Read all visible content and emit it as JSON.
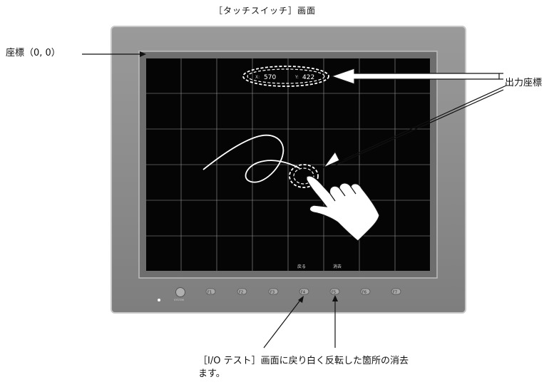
{
  "caption": "［タッチスイッチ］画面",
  "callouts": {
    "origin": "座標（0, 0）",
    "output_coords": "出力座標",
    "f4_line1": "［I/O テスト］画面に戻り",
    "f4_line2": "ます。",
    "f5": "白く反転した箇所の消去"
  },
  "screen": {
    "x_label": "X:",
    "x_value": "570",
    "y_label": "Y:",
    "y_value": "422",
    "back_label": "戻る",
    "clear_label": "消去"
  },
  "panel": {
    "system_label": "SYSTEM",
    "fkeys": [
      "F1",
      "F2",
      "F3",
      "F4",
      "F5",
      "F6",
      "F7"
    ]
  },
  "colors": {
    "bezel": "#8a8a8a",
    "screen": "#050505",
    "grid": "#d0d0d0",
    "accent_white": "#ffffff"
  }
}
